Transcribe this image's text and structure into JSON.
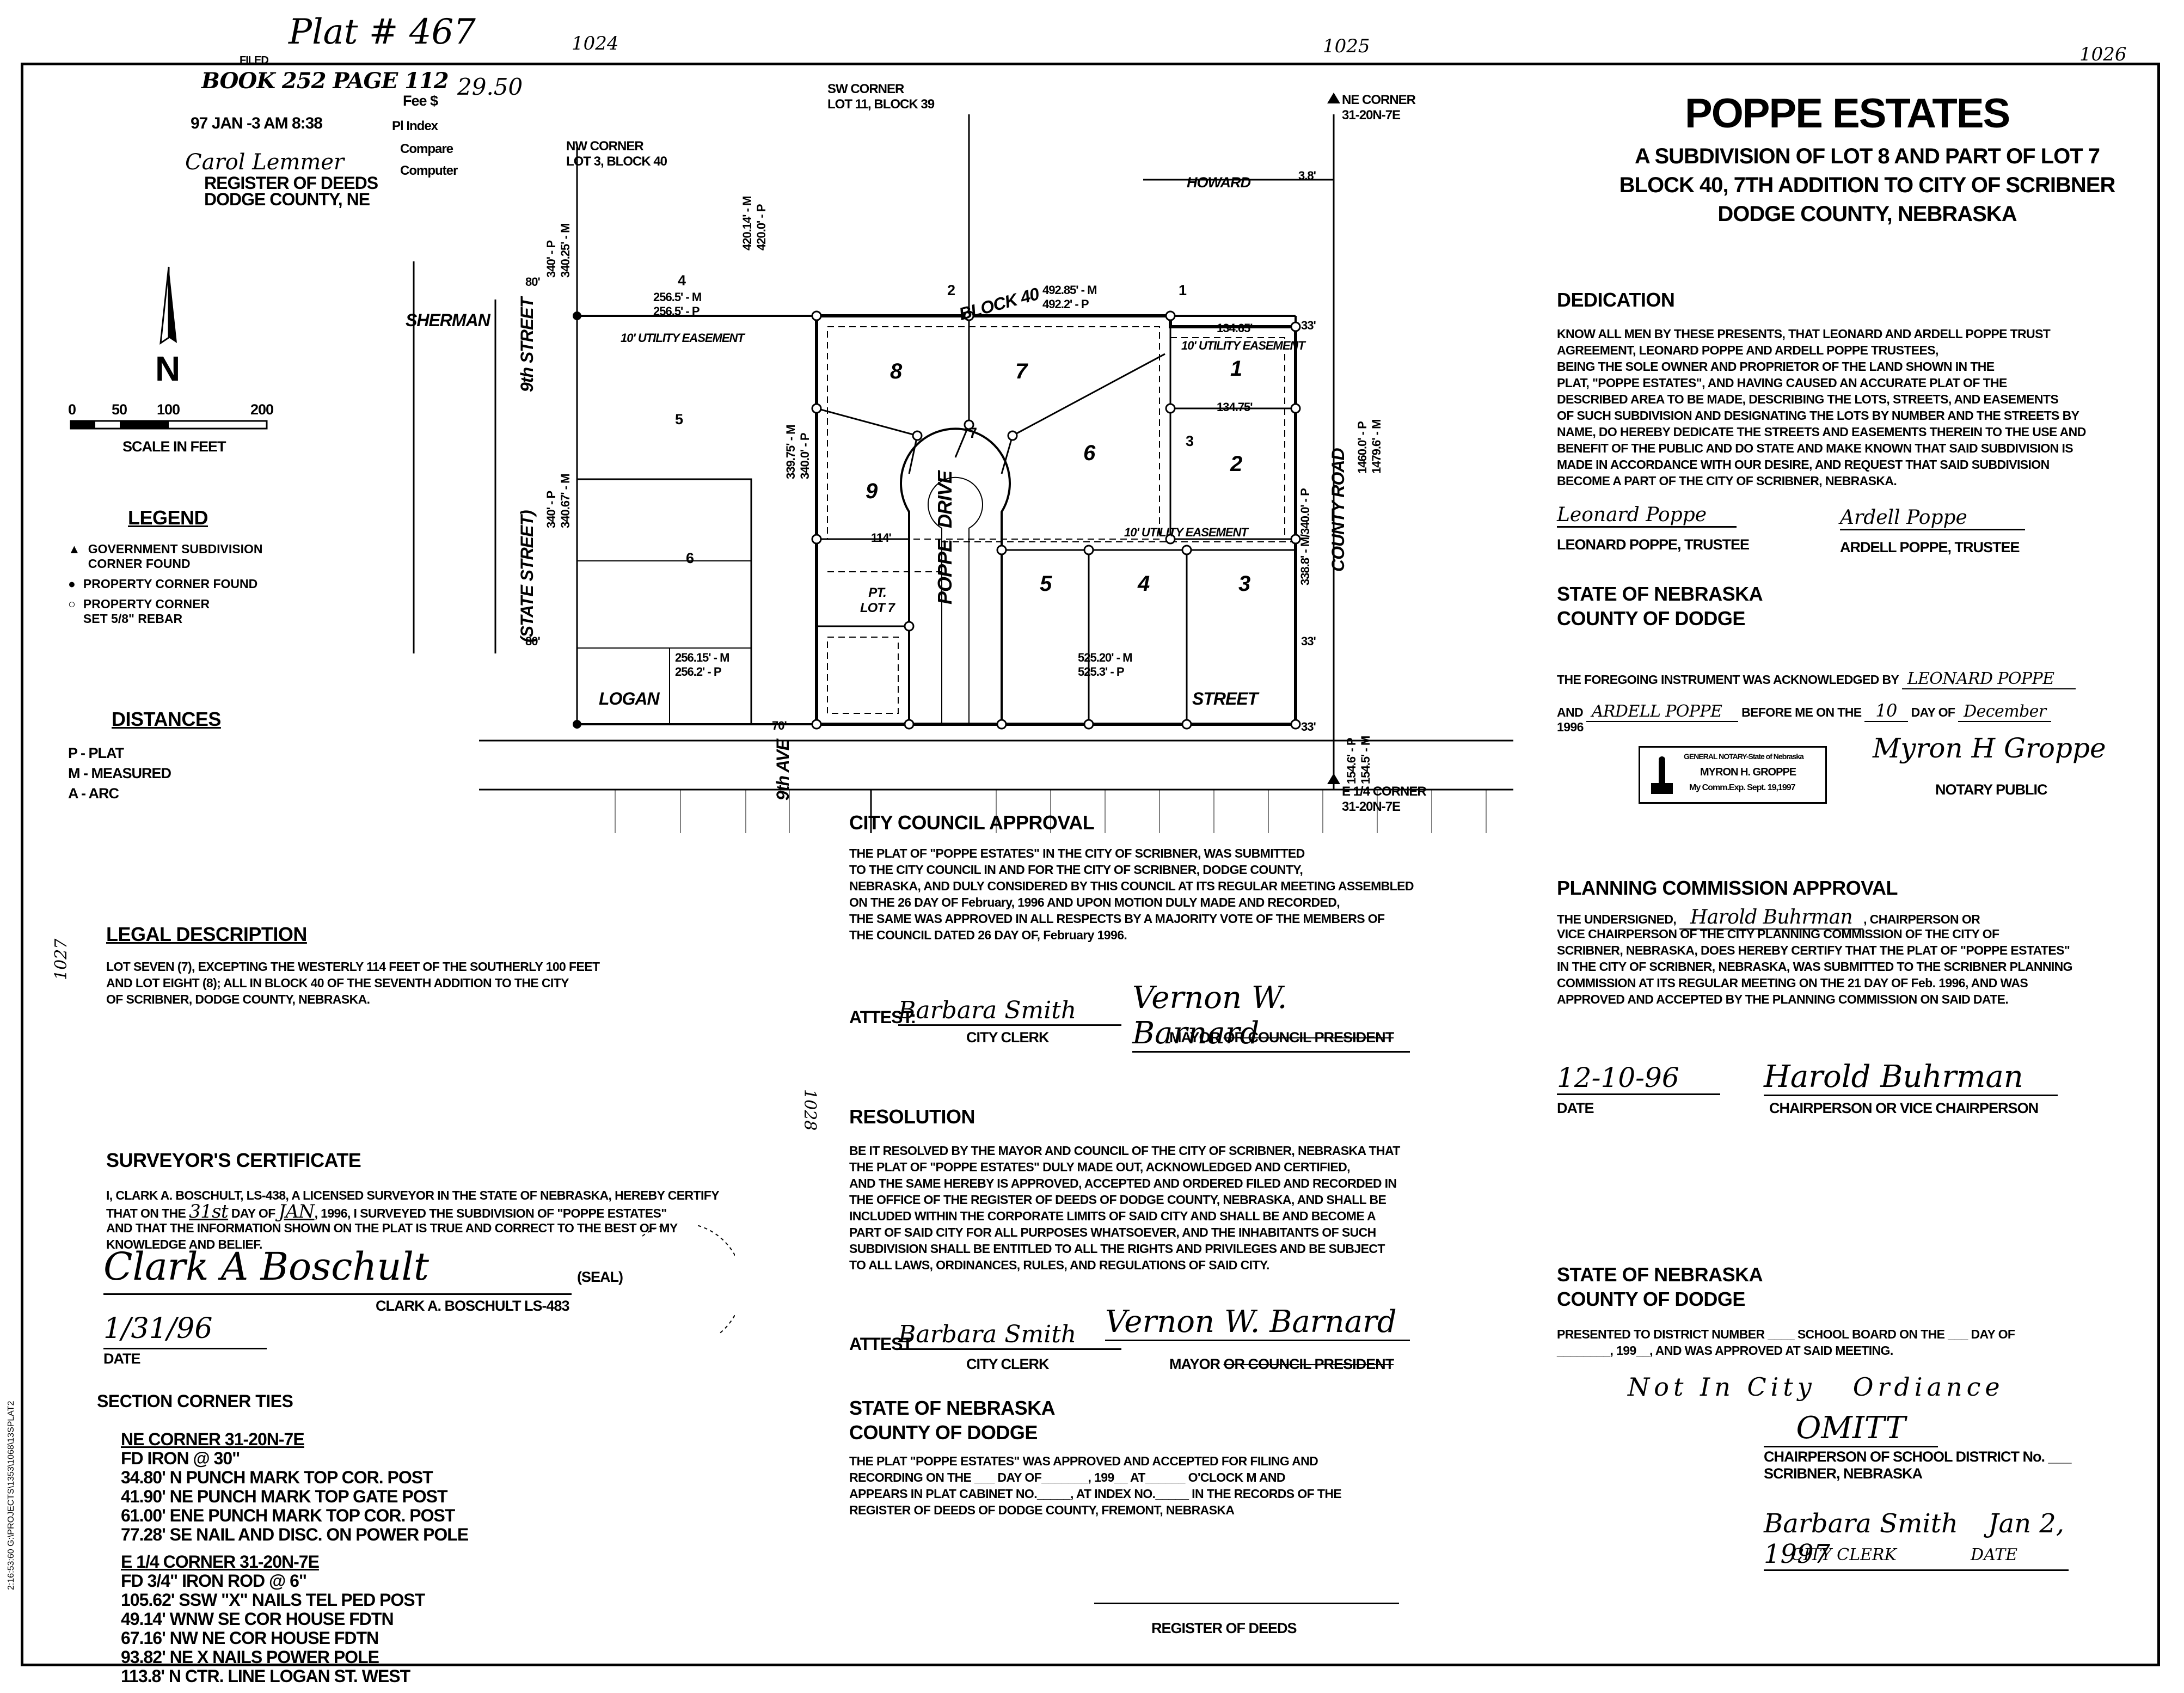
{
  "top_marks": {
    "plat_number": "Plat # 467",
    "filed": "FILED",
    "book_page": "BOOK 252 PAGE 112",
    "received": "97 JAN -3 AM 8:38",
    "register_name": "Carol Lemmer",
    "register_title": "REGISTER OF DEEDS",
    "register_county": "DODGE COUNTY, NE",
    "fee_label": "Fee $",
    "fee_value": "29.50",
    "index_label": "Pl Index",
    "compare_label": "Compare",
    "computer_label": "Computer",
    "sheet_1024": "1024",
    "sheet_1025": "1025",
    "sheet_1026": "1026",
    "sheet_1027": "1027",
    "sheet_1028": "1028",
    "file_path": "2:16:53:60  G:\\PROJECTS\\1353\\1068\\13SPLAT2"
  },
  "title": {
    "main": "POPPE ESTATES",
    "sub1": "A SUBDIVISION OF LOT 8 AND PART OF LOT 7",
    "sub2": "BLOCK 40, 7TH ADDITION TO CITY OF SCRIBNER",
    "sub3": "DODGE COUNTY, NEBRASKA"
  },
  "north": {
    "label": "N"
  },
  "scale": {
    "ticks": [
      "0",
      "50",
      "100",
      "200"
    ],
    "label": "SCALE IN FEET"
  },
  "legend": {
    "title": "LEGEND",
    "items": [
      {
        "symbol": "▲",
        "text": "GOVERNMENT SUBDIVISION\nCORNER FOUND"
      },
      {
        "symbol": "●",
        "text": "PROPERTY CORNER FOUND"
      },
      {
        "symbol": "○",
        "text": "PROPERTY CORNER\nSET 5/8\" REBAR"
      }
    ]
  },
  "distances": {
    "title": "DISTANCES",
    "items": [
      "P - PLAT",
      "M - MEASURED",
      "A - ARC"
    ]
  },
  "map": {
    "nw_corner": "NW CORNER\nLOT 3, BLOCK 40",
    "sw_corner": "SW CORNER\nLOT 11, BLOCK 39",
    "ne_corner": "NE CORNER\n31-20N-7E",
    "e14_corner": "E 1/4 CORNER\n31-20N-7E",
    "sherman": "SHERMAN",
    "ninth_street": "9th STREET",
    "state_street": "(STATE STREET)",
    "logan": "LOGAN",
    "street": "STREET",
    "ninth_ave": "9th AVE",
    "county_road": "COUNTY ROAD",
    "howard": "HOWARD",
    "block": "BLOCK 40",
    "poppe": "POPPE",
    "drive": "DRIVE",
    "utility1": "10' UTILITY EASEMENT",
    "utility2": "10' UTILITY EASEMENT",
    "utility3": "10' UTILITY EASEMENT",
    "pt_lot7": "PT.\nLOT 7",
    "lots": [
      "1",
      "2",
      "3",
      "4",
      "5",
      "6",
      "7",
      "8",
      "9"
    ],
    "block_lots": [
      "4",
      "2",
      "1",
      "5",
      "6",
      "7",
      "3"
    ],
    "dims": {
      "west_vert1": "340' - P\n340.25' - M",
      "west_vert2": "340' - P\n340.67' - M",
      "sw_vert": "420.14' - M\n420.0' - P",
      "top1": "256.5' - M\n256.5' - P",
      "top2": "492.85' - M\n492.2' - P",
      "bot1": "256.15' - M\n256.2' - P",
      "bot2": "525.20' - M\n525.3' - P",
      "right_vert1": "1460.0' - P\n1479.6' - M",
      "right_vert2": "338.8' - M/340.0' - P",
      "lot9_vert": "339.75' - M\n340.0' - P",
      "d_80a": "80'",
      "d_80b": "80'",
      "d_33a": "33'",
      "d_33b": "33'",
      "d_33c": "33'",
      "d_70": "70'",
      "d_13445": "134.65'",
      "d_13475": "134.75'",
      "d_114": "114'",
      "d_3_8": "3.8'",
      "d_1546": "154.6' - P\n154.5' - M"
    }
  },
  "legal": {
    "title": "LEGAL DESCRIPTION",
    "text": "LOT SEVEN (7), EXCEPTING THE WESTERLY 114 FEET OF THE SOUTHERLY 100 FEET\nAND LOT EIGHT (8); ALL IN BLOCK 40 OF THE SEVENTH ADDITION TO THE CITY\nOF SCRIBNER, DODGE COUNTY, NEBRASKA."
  },
  "surveyor": {
    "title": "SURVEYOR'S CERTIFICATE",
    "line1": "I, CLARK A. BOSCHULT, LS-438, A LICENSED SURVEYOR IN THE STATE OF NEBRASKA, HEREBY CERTIFY",
    "line2_a": "THAT ON THE",
    "line2_day": "31st",
    "line2_b": "DAY OF",
    "line2_month": "JAN",
    "line2_c": ", 1996, I SURVEYED THE SUBDIVISION OF \"POPPE ESTATES\"",
    "line3": "AND THAT THE INFORMATION SHOWN ON THE PLAT IS TRUE AND CORRECT TO THE BEST OF MY",
    "line4": "KNOWLEDGE AND BELIEF.",
    "signature": "Clark A Boschult",
    "seal": "(SEAL)",
    "name": "CLARK A. BOSCHULT LS-483",
    "date_value": "1/31/96",
    "date_label": "DATE"
  },
  "ties": {
    "title": "SECTION CORNER TIES",
    "group1_title": "NE CORNER 31-20N-7E",
    "group1": [
      "FD IRON @ 30\"",
      "34.80' N PUNCH MARK TOP COR. POST",
      "41.90' NE PUNCH MARK TOP GATE POST",
      "61.00' ENE PUNCH MARK TOP COR. POST",
      "77.28' SE NAIL AND DISC. ON POWER POLE"
    ],
    "group2_title": "E 1/4 CORNER 31-20N-7E",
    "group2": [
      "FD 3/4\" IRON ROD @ 6\"",
      "105.62' SSW \"X\" NAILS TEL PED POST",
      "49.14' WNW SE COR HOUSE FDTN",
      "67.16' NW NE COR HOUSE FDTN",
      "93.82' NE X NAILS POWER POLE",
      "113.8' N CTR. LINE LOGAN ST. WEST"
    ]
  },
  "council": {
    "title": "CITY COUNCIL APPROVAL",
    "text": "THE PLAT OF \"POPPE ESTATES\" IN THE CITY OF SCRIBNER, WAS SUBMITTED\nTO THE CITY COUNCIL IN AND FOR THE CITY OF SCRIBNER, DODGE COUNTY,\nNEBRASKA, AND DULY CONSIDERED BY THIS COUNCIL AT ITS REGULAR MEETING ASSEMBLED\nON THE 26 DAY OF February, 1996 AND UPON MOTION DULY MADE AND RECORDED,\nTHE SAME WAS APPROVED IN ALL RESPECTS BY A MAJORITY VOTE OF THE MEMBERS OF\nTHE COUNCIL DATED 26 DAY OF, February 1996.",
    "attest": "ATTEST:",
    "clerk_sig": "Barbara Smith",
    "clerk_label": "CITY CLERK",
    "mayor_sig": "Vernon W. Barnard",
    "mayor_label": "MAYOR",
    "mayor_struck": "OR COUNCIL PRESIDENT"
  },
  "resolution": {
    "title": "RESOLUTION",
    "text": "BE IT RESOLVED BY THE MAYOR AND COUNCIL OF THE CITY OF SCRIBNER, NEBRASKA THAT\nTHE PLAT OF \"POPPE ESTATES\" DULY MADE OUT, ACKNOWLEDGED AND CERTIFIED,\nAND THE SAME HEREBY IS APPROVED, ACCEPTED AND ORDERED FILED AND RECORDED IN\nTHE OFFICE OF THE REGISTER OF DEEDS OF DODGE COUNTY, NEBRASKA, AND SHALL BE\nINCLUDED WITHIN THE CORPORATE LIMITS OF SAID CITY AND SHALL BE AND BECOME A\nPART OF SAID CITY FOR ALL PURPOSES WHATSOEVER, AND THE INHABITANTS OF SUCH\nSUBDIVISION SHALL BE ENTITLED TO ALL THE RIGHTS AND PRIVILEGES AND BE SUBJECT\nTO ALL LAWS, ORDINANCES, RULES, AND REGULATIONS OF SAID CITY.",
    "attest": "ATTEST",
    "clerk_sig": "Barbara Smith",
    "clerk_label": "CITY CLERK",
    "mayor_sig": "Vernon W. Barnard",
    "mayor_label": "MAYOR",
    "mayor_struck": "OR COUNCIL PRESIDENT"
  },
  "state_record": {
    "title1": "STATE OF NEBRASKA",
    "title2": "COUNTY OF DODGE",
    "text": "THE PLAT \"POPPE ESTATES\" WAS APPROVED AND ACCEPTED FOR FILING AND\nRECORDING ON THE ___ DAY OF_______, 199__ AT______ O'CLOCK    M AND\nAPPEARS IN PLAT CABINET NO._____, AT INDEX NO._____ IN THE RECORDS OF THE\nREGISTER OF DEEDS OF DODGE COUNTY, FREMONT, NEBRASKA",
    "register_label": "REGISTER OF DEEDS"
  },
  "dedication": {
    "title": "DEDICATION",
    "text": "KNOW ALL MEN BY THESE PRESENTS, THAT LEONARD AND ARDELL POPPE TRUST\nAGREEMENT, LEONARD POPPE AND ARDELL POPPE TRUSTEES,\nBEING THE SOLE OWNER AND PROPRIETOR OF THE LAND SHOWN IN THE\nPLAT, \"POPPE ESTATES\", AND HAVING CAUSED AN ACCURATE PLAT OF THE\nDESCRIBED AREA TO BE MADE, DESCRIBING THE LOTS, STREETS, AND EASEMENTS\nOF SUCH SUBDIVISION AND DESIGNATING THE LOTS BY NUMBER AND THE STREETS BY\nNAME, DO HEREBY DEDICATE THE STREETS AND EASEMENTS THEREIN TO THE USE AND\nBENEFIT OF THE PUBLIC AND DO STATE AND MAKE KNOWN THAT SAID SUBDIVISION IS\nMADE IN ACCORDANCE WITH OUR DESIRE, AND REQUEST THAT SAID SUBDIVISION\nBECOME A PART OF THE CITY OF SCRIBNER, NEBRASKA.",
    "sig1": "Leonard Poppe",
    "sig1_label": "LEONARD POPPE, TRUSTEE",
    "sig2": "Ardell Poppe",
    "sig2_label": "ARDELL POPPE, TRUSTEE"
  },
  "notary": {
    "title1": "STATE OF NEBRASKA",
    "title2": "COUNTY OF DODGE",
    "line1_a": "THE FOREGOING INSTRUMENT WAS ACKNOWLEDGED BY",
    "line1_name": "LEONARD POPPE",
    "line2_a": "AND",
    "line2_name": "ARDELL POPPE",
    "line2_b": "BEFORE ME ON THE",
    "line2_day": "10",
    "line2_c": "DAY OF",
    "line2_month": "December",
    "line3": "1996",
    "stamp1": "GENERAL NOTARY-State of Nebraska",
    "stamp2": "MYRON H. GROPPE",
    "stamp3": "My Comm.Exp. Sept. 19,1997",
    "sig": "Myron H Groppe",
    "label": "NOTARY PUBLIC"
  },
  "planning": {
    "title": "PLANNING COMMISSION APPROVAL",
    "line1_a": "THE UNDERSIGNED,",
    "line1_sig": "Harold Buhrman",
    "line1_b": ", CHAIRPERSON OR",
    "text": "VICE CHAIRPERSON OF THE CITY PLANNING COMMISSION OF THE CITY OF\nSCRIBNER, NEBRASKA, DOES HEREBY CERTIFY THAT THE PLAT OF \"POPPE ESTATES\"\nIN THE CITY OF SCRIBNER, NEBRASKA, WAS SUBMITTED TO THE SCRIBNER PLANNING\nCOMMISSION AT ITS REGULAR MEETING ON THE 21 DAY OF Feb. 1996, AND WAS\nAPPROVED AND ACCEPTED BY THE PLANNING COMMISSION ON SAID DATE.",
    "date_value": "12-10-96",
    "date_label": "DATE",
    "sig": "Harold Buhrman",
    "sig_label": "CHAIRPERSON OR VICE CHAIRPERSON"
  },
  "school": {
    "title1": "STATE OF NEBRASKA",
    "title2": "COUNTY OF DODGE",
    "text": "PRESENTED TO DISTRICT NUMBER ____ SCHOOL BOARD ON THE ___ DAY OF\n________, 199__, AND WAS APPROVED AT SAID MEETING.",
    "note": "Not In City   Ordiance",
    "omit": "OMITT",
    "sig_label": "CHAIRPERSON OF SCHOOL DISTRICT No. ___\nSCRIBNER, NEBRASKA",
    "clerk_sig": "Barbara Smith",
    "clerk_date": "Jan 2, 1997",
    "clerk_label": "CITY CLERK",
    "date_label": "DATE"
  }
}
